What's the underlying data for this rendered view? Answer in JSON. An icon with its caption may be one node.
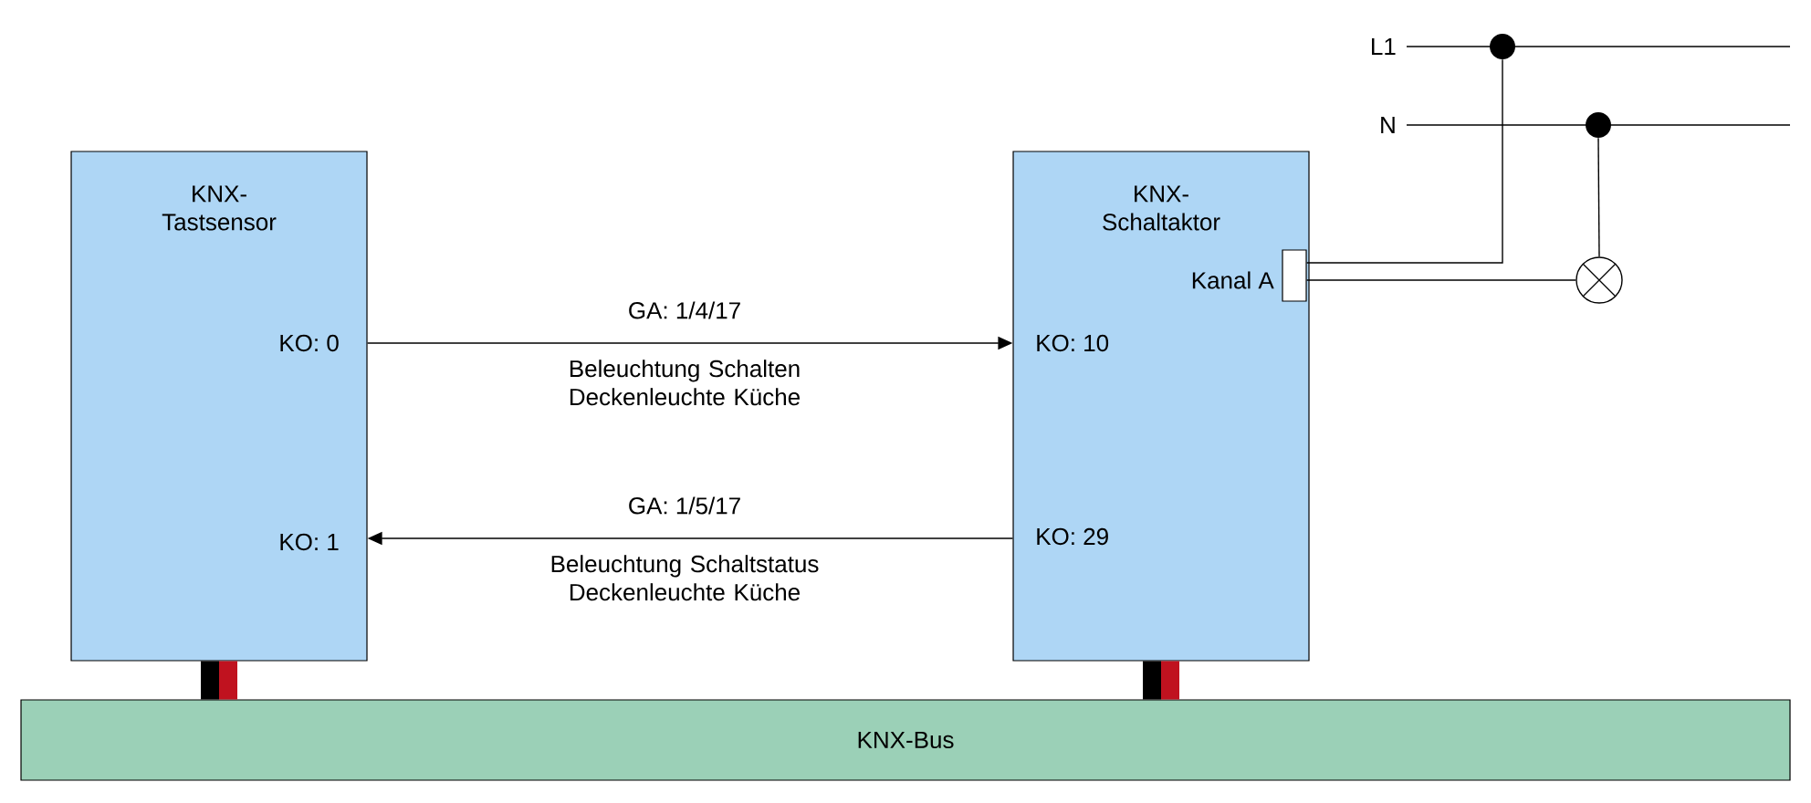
{
  "diagram": {
    "nodes": [
      {
        "text": [
          "KNX- Tastsensor",
          "KO: 0",
          "KO: 1"
        ]
      },
      {
        "text": [
          "KNX- Schaltaktor",
          "KO: 10",
          "KO: 29"
        ]
      },
      {
        "text": [
          "KNX-Bus"
        ]
      },
      {
        "text": [],
        "shape": "box",
        "beside": [
          "Kanal A"
        ],
        "in": 1
      },
      {
        "text": [],
        "shape": "circle"
      },
      {
        "text": [],
        "shape": "circle"
      },
      {
        "text": [],
        "shape": "circle"
      }
    ],
    "edges": [
      {
        "from": 0,
        "to": 1,
        "arrow": "to",
        "label": "GA: 1/4/17"
      },
      {
        "from": 1,
        "to": 0,
        "arrow": "to",
        "label": "GA: 1/5/17"
      },
      {
        "from": 3,
        "to": 4,
        "arrow": "none"
      },
      {
        "from": 3,
        "to": 6,
        "arrow": "none"
      },
      {
        "from": 6,
        "to": 5,
        "arrow": "none"
      },
      {
        "from": 0,
        "to": 2,
        "arrow": "none",
        "style": "thick"
      },
      {
        "from": 1,
        "to": 2,
        "arrow": "none",
        "style": "thick"
      }
    ],
    "labels": [
      "L1",
      "N",
      "Beleuchtung Schalten Deckenleuchte Küche",
      "Beleuchtung Schaltstatus Deckenleuchte Küche"
    ]
  }
}
